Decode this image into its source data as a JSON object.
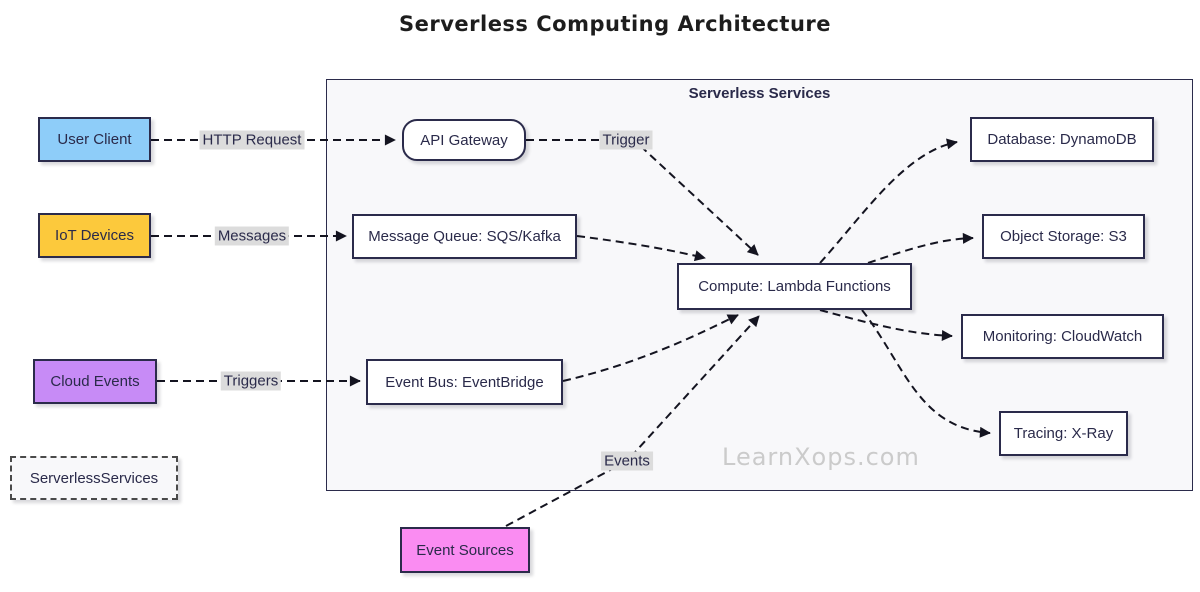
{
  "title": "Serverless Computing Architecture",
  "watermark": "LearnXops.com",
  "container": {
    "label": "Serverless Services"
  },
  "colors": {
    "node_border": "#2b2b4b",
    "node_text": "#2a2a4a",
    "arrow": "#141420",
    "edge_label_bg": "#dcdcdc",
    "container_bg": "#f8f8fa",
    "user_client_fill": "#8ECDF9",
    "iot_devices_fill": "#FCC93C",
    "cloud_events_fill": "#C78BF6",
    "event_sources_fill": "#FA8CF2"
  },
  "nodes": {
    "user_client": {
      "label": "User Client",
      "fill": "#8ECDF9"
    },
    "iot_devices": {
      "label": "IoT Devices",
      "fill": "#FCC93C"
    },
    "cloud_events": {
      "label": "Cloud Events",
      "fill": "#C78BF6"
    },
    "serverless_class": {
      "label": "ServerlessServices",
      "fill": "#f8f8fa"
    },
    "event_sources": {
      "label": "Event Sources",
      "fill": "#FA8CF2"
    },
    "api_gateway": {
      "label": "API Gateway",
      "fill": "#ffffff"
    },
    "message_queue": {
      "label": "Message Queue: SQS/Kafka",
      "fill": "#ffffff"
    },
    "event_bus": {
      "label": "Event Bus: EventBridge",
      "fill": "#ffffff"
    },
    "lambda": {
      "label": "Compute: Lambda Functions",
      "fill": "#ffffff"
    },
    "database": {
      "label": "Database: DynamoDB",
      "fill": "#ffffff"
    },
    "object_storage": {
      "label": "Object Storage: S3",
      "fill": "#ffffff"
    },
    "monitoring": {
      "label": "Monitoring: CloudWatch",
      "fill": "#ffffff"
    },
    "tracing": {
      "label": "Tracing: X-Ray",
      "fill": "#ffffff"
    }
  },
  "edge_labels": {
    "http_request": "HTTP Request",
    "messages": "Messages",
    "triggers": "Triggers",
    "trigger": "Trigger",
    "events": "Events"
  }
}
